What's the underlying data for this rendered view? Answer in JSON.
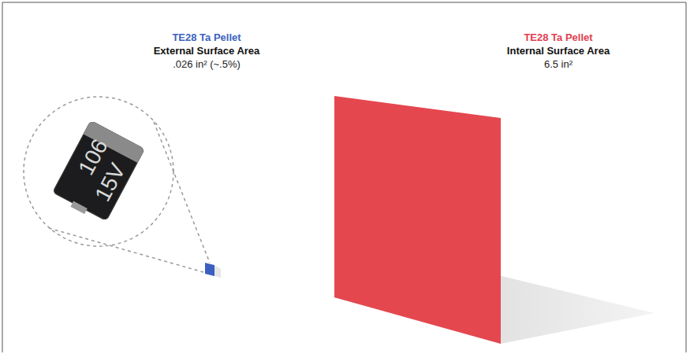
{
  "diagram": {
    "labels": [
      "TE28 Ta Pellet",
      "External Surface Area",
      ".026 in² (~.5%)",
      "TE28 Ta Pellet",
      "Internal Surface Area",
      "6.5 in²",
      "106",
      "15V"
    ]
  }
}
